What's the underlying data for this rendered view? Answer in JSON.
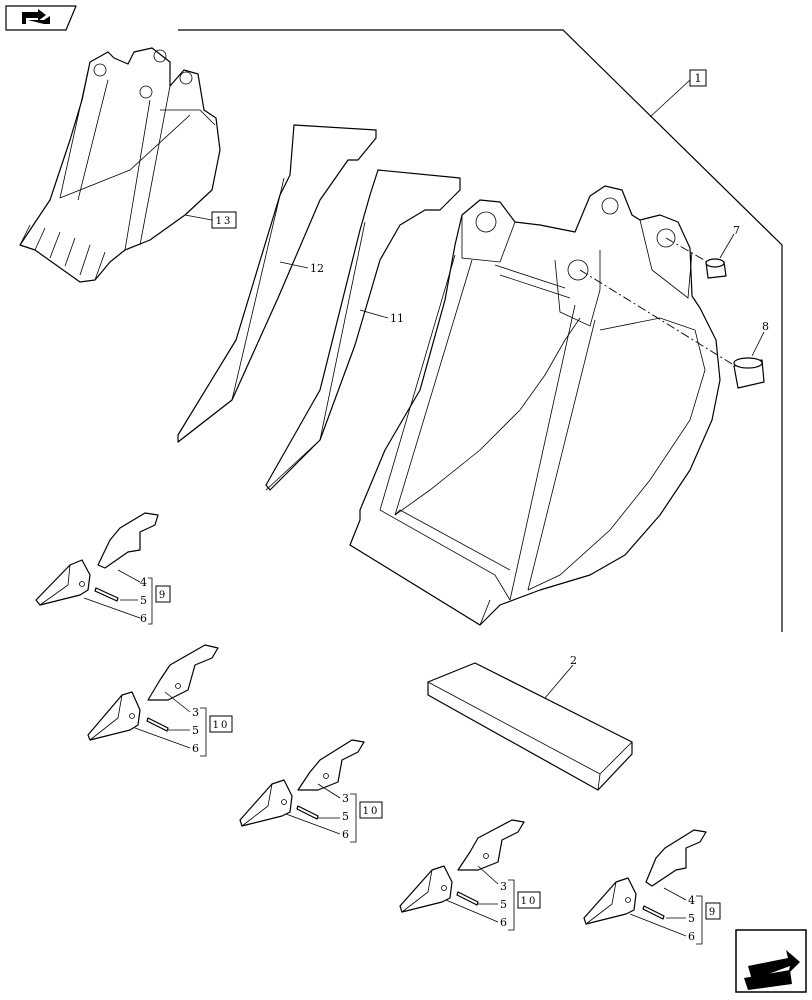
{
  "nav": {
    "prev_icon": "book-arrow-back-icon",
    "next_icon": "arrow-forward-icon"
  },
  "callouts": {
    "assembly": "1",
    "plate": "2",
    "pin_7": "7",
    "bushing_8": "8",
    "side_cutter_11": "11",
    "side_cutter_12": "12",
    "small_bucket": "13"
  },
  "kits": [
    {
      "parts": [
        "4",
        "5",
        "6"
      ],
      "box": "9"
    },
    {
      "parts": [
        "3",
        "5",
        "6"
      ],
      "box": "10"
    },
    {
      "parts": [
        "3",
        "5",
        "6"
      ],
      "box": "10"
    },
    {
      "parts": [
        "3",
        "5",
        "6"
      ],
      "box": "10"
    },
    {
      "parts": [
        "4",
        "5",
        "6"
      ],
      "box": "9"
    }
  ]
}
